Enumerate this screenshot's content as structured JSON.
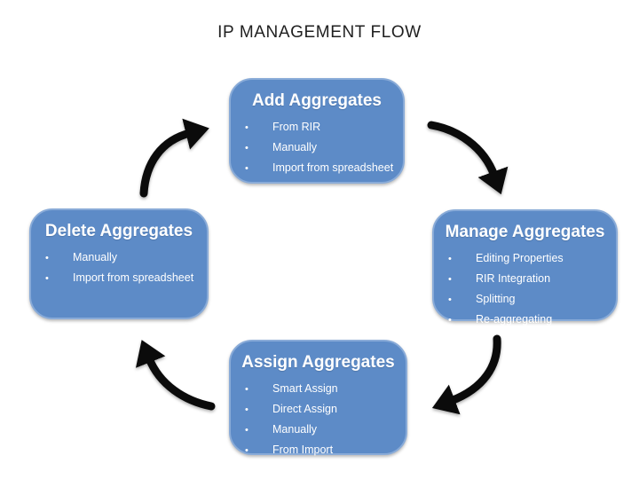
{
  "title": "IP MANAGEMENT FLOW",
  "glyphs": {
    "bullet": "•"
  },
  "colors": {
    "box_fill": "#5d8bc7",
    "box_border": "#89abd8",
    "box_text": "#ffffff",
    "arrow": "#0b0b0b",
    "title_text": "#1f1f1f",
    "background": "#ffffff"
  },
  "boxes": {
    "add": {
      "title": "Add Aggregates",
      "items": [
        "From RIR",
        "Manually",
        "Import from spreadsheet"
      ]
    },
    "manage": {
      "title": "Manage Aggregates",
      "items": [
        "Editing Properties",
        "RIR Integration",
        "Splitting",
        "Re-aggregating"
      ]
    },
    "assign": {
      "title": "Assign Aggregates",
      "items": [
        "Smart Assign",
        "Direct Assign",
        "Manually",
        "From Import"
      ]
    },
    "delete": {
      "title": "Delete Aggregates",
      "items": [
        "Manually",
        "Import from spreadsheet"
      ]
    }
  },
  "arrows": {
    "add_to_manage": "Add Aggregates → Manage Aggregates",
    "manage_to_assign": "Manage Aggregates → Assign Aggregates",
    "assign_to_delete": "Assign Aggregates → Delete Aggregates",
    "delete_to_add": "Delete Aggregates → Add Aggregates"
  }
}
